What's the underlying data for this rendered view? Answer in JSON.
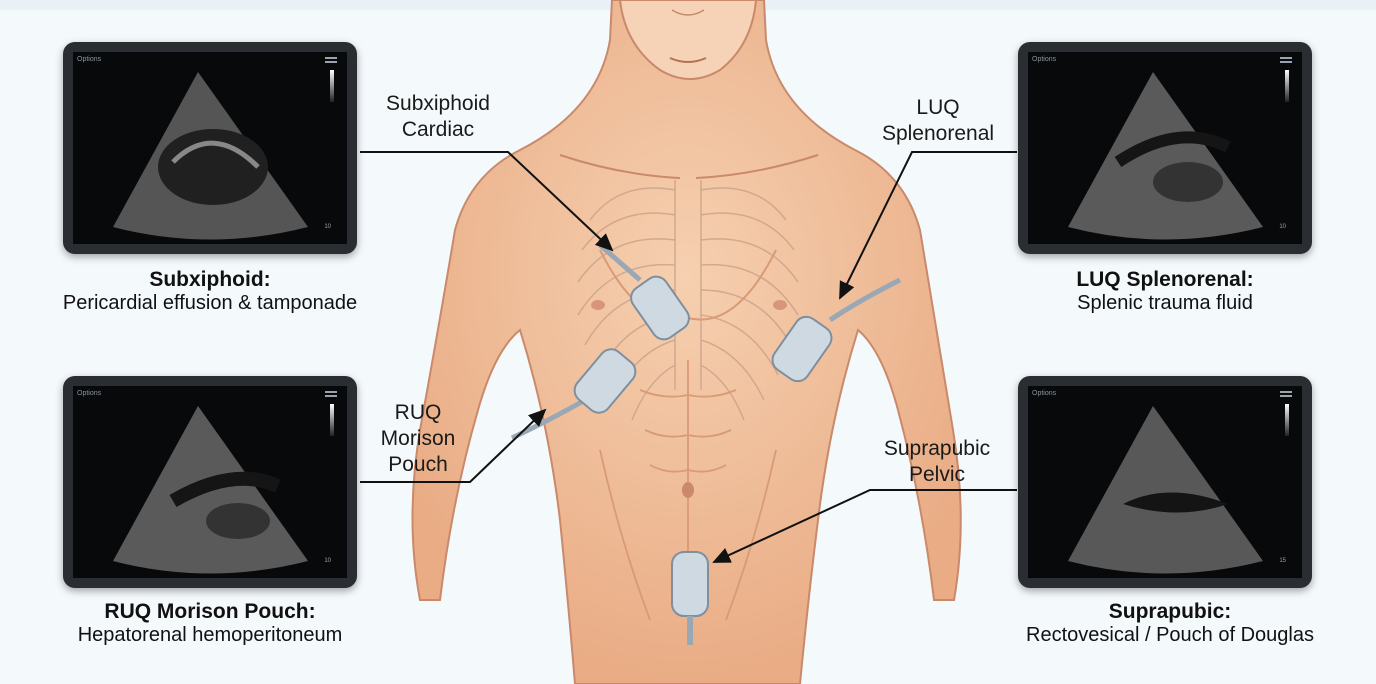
{
  "panels": [
    {
      "id": "subxiphoid",
      "screen_label": "Options",
      "scale_label": "10",
      "caption_title": "Subxiphoid:",
      "caption_sub": "Pericardial effusion & tamponade",
      "probe_label": "Subxiphoid Cardiac"
    },
    {
      "id": "luq",
      "screen_label": "Options",
      "scale_label": "10",
      "caption_title": "LUQ Splenorenal:",
      "caption_sub": "Splenic trauma fluid",
      "probe_label": "LUQ Splenorenal"
    },
    {
      "id": "ruq",
      "screen_label": "Options",
      "scale_label": "10",
      "caption_title": "RUQ Morison Pouch:",
      "caption_sub": "Hepatorenal hemoperitoneum",
      "probe_label": "RUQ Morison Pouch"
    },
    {
      "id": "suprapubic",
      "screen_label": "Options",
      "scale_label": "15",
      "caption_title": "Suprapubic:",
      "caption_sub": "Rectovesical / Pouch of Douglas",
      "probe_label": "Suprapubic Pelvic"
    }
  ],
  "colors": {
    "skin": "#f2c3a0",
    "skin_shadow": "#dfa07c",
    "line": "#111111",
    "probe": "#cfd9e2",
    "probe_head": "#b8c6d3",
    "background": "#f4f9fc"
  }
}
